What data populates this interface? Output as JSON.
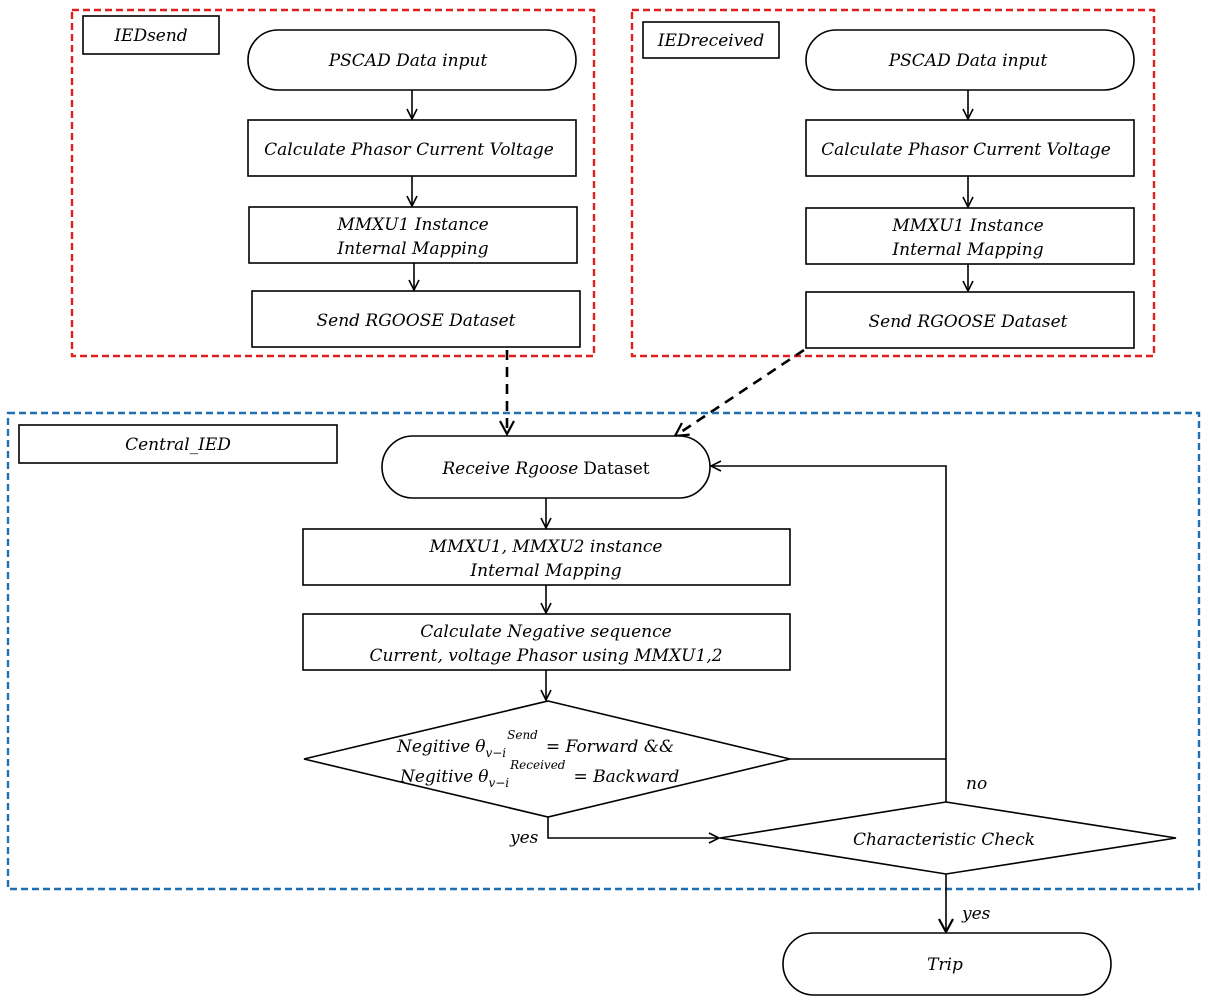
{
  "colors": {
    "send_frame": "#e02020",
    "received_frame": "#e02020",
    "central_frame": "#1f6fb4",
    "stroke": "#000000"
  },
  "ied_send": {
    "title": "IEDsend",
    "input": "PSCAD Data input",
    "calc": "Calculate Phasor Current Voltage",
    "mmxu_line1": "MMXU1 Instance",
    "mmxu_line2": "Internal Mapping",
    "send": "Send RGOOSE Dataset"
  },
  "ied_received": {
    "title": "IEDreceived",
    "input": "PSCAD Data input",
    "calc": "Calculate Phasor Current Voltage",
    "mmxu_line1": "MMXU1 Instance",
    "mmxu_line2": "Internal Mapping",
    "send": "Send RGOOSE Dataset"
  },
  "central": {
    "title": "Central_IED",
    "receive_italic": "Receive Rgoose",
    "receive_plain": "Dataset",
    "mapping_line1": "MMXU1, MMXU2 instance",
    "mapping_line2": "Internal Mapping",
    "calc_line1": "Calculate Negative sequence",
    "calc_line2": "Current, voltage Phasor using MMXU1,2",
    "decision_word": "Negitive",
    "theta": "θ",
    "sub": "v−i",
    "sup1": "Send",
    "sup2": "Received",
    "cond1": "= Forward &&",
    "cond2": "= Backward",
    "check": "Characteristic Check"
  },
  "labels": {
    "yes_decision": "yes",
    "no_check": "no",
    "yes_check": "yes"
  },
  "trip": "Trip"
}
